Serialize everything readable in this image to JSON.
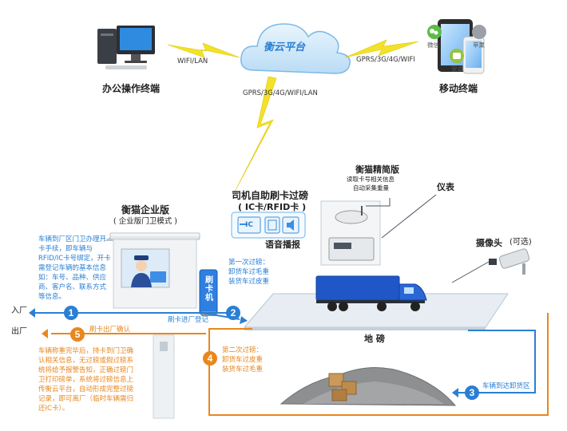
{
  "cloud": {
    "label": "衡云平台",
    "left_link": "WIFI/LAN",
    "right_link": "GPRS/3G/4G/WIFI",
    "down_link": "GPRS/3G/4G/WIFI/LAN"
  },
  "office": {
    "label": "办公操作终端"
  },
  "mobile": {
    "label": "移动终端",
    "wechat": "微信",
    "apple": "苹果",
    "android": "安卓"
  },
  "enterprise": {
    "title": "衡猫企业版",
    "subtitle": "( 企业版门卫模式 )"
  },
  "self_service": {
    "title": "司机自助刷卡过磅",
    "subtitle": "( IC卡/RFID卡 )",
    "ic": "IC",
    "voice": "语音播报"
  },
  "lite": {
    "title": "衡猫精简版",
    "line1": "读取卡号相关信息",
    "line2": "自动采集重量"
  },
  "meter": {
    "label": "仪表"
  },
  "camera": {
    "label": "摄像头",
    "optional": "(可选)"
  },
  "entry": {
    "label": "入厂",
    "step": "1",
    "desc": "车辆到厂区门卫办理开卡手续，即车辆与RFID/IC卡号绑定，开卡需登记车辆的基本信息如：车号、品种、供应商、客户名、联系方式等信息。"
  },
  "reader": {
    "label": "刷卡机"
  },
  "step2": {
    "num": "2",
    "label": "刷卡进厂登记",
    "first_title": "第一次过磅：",
    "first_l1": "卸货车过毛重",
    "first_l2": "装货车过皮重"
  },
  "scale": {
    "label": "地 磅"
  },
  "step3": {
    "num": "3",
    "label": "车辆到达卸货区"
  },
  "step4": {
    "num": "4",
    "title": "第二次过磅：",
    "l1": "卸货车过皮重",
    "l2": "装货车过毛重"
  },
  "exit": {
    "label": "出厂",
    "step": "5",
    "confirm": "刷卡出厂确认",
    "desc": "车辆称重完毕后，持卡到门卫确认相关信息，无过磅或假过磅系统将给予报警告知，正确过磅门卫打印磅单，系统将过磅信息上传衡云平台，自动形成完整过磅记录，即可离厂（临时车辆需归还IC卡）。"
  },
  "colors": {
    "blue": "#2a7fd4",
    "orange": "#e8871e",
    "bolt": "#f3e12a",
    "truck": "#1f57c8"
  }
}
